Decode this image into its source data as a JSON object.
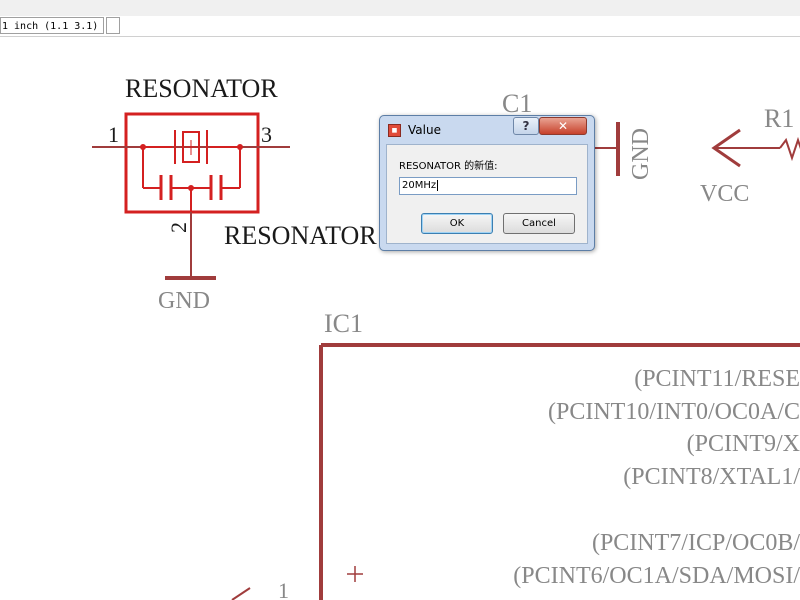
{
  "toolbar": {
    "coordinates": "1 inch (1.1 3.1)",
    "command": ""
  },
  "schematic": {
    "resonator": {
      "name": "RESONATOR",
      "value": "RESONATOR",
      "pins": [
        "1",
        "3",
        "2"
      ],
      "gnd": "GND",
      "selected_color": "#d42020"
    },
    "c1": {
      "name": "C1",
      "gnd": "GND"
    },
    "r1": {
      "name": "R1",
      "supply": "VCC"
    },
    "ic1": {
      "name": "IC1",
      "pins": [
        "(PCINT11/RESE",
        "(PCINT10/INT0/OC0A/C",
        "(PCINT9/X",
        "(PCINT8/XTAL1/",
        "(PCINT7/ICP/OC0B/",
        "(PCINT6/OC1A/SDA/MOSI/"
      ],
      "pin_number": "1"
    },
    "colors": {
      "wire": "#a03c3c",
      "text": "#9a5a5a"
    }
  },
  "dialog": {
    "title": "Value",
    "help_icon": "?",
    "close_icon": "✕",
    "label": "RESONATOR 的新值:",
    "input_value": "20MHz",
    "ok_label": "OK",
    "cancel_label": "Cancel"
  }
}
